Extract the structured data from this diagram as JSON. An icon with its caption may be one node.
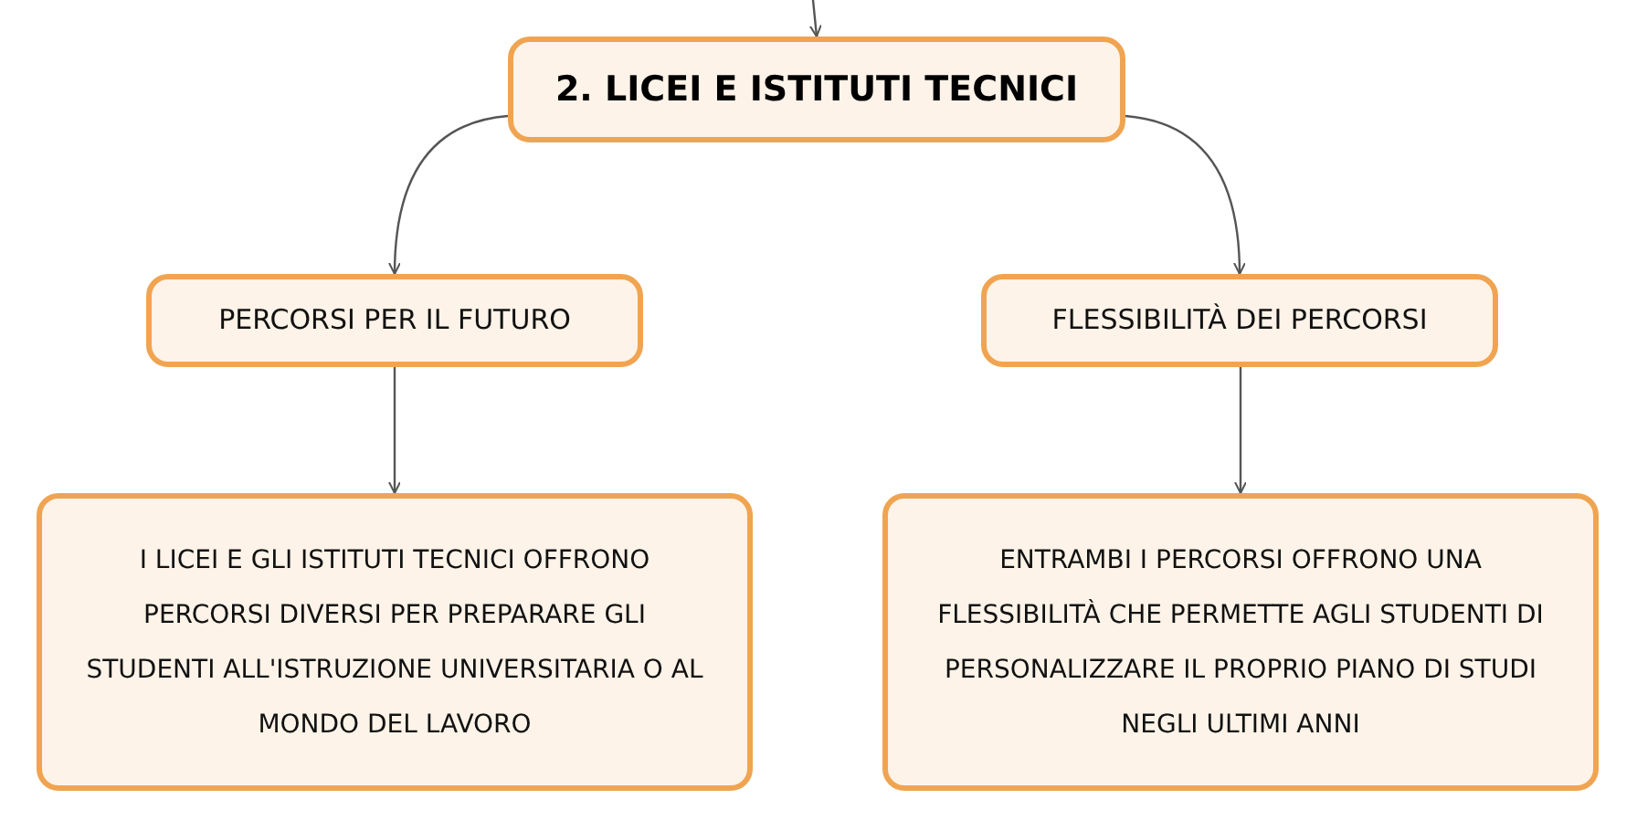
{
  "diagram": {
    "nodes": [
      {
        "text": [
          "2. LICEI E ISTITUTI TECNICI"
        ]
      },
      {
        "text": [
          "PERCORSI PER IL FUTURO"
        ]
      },
      {
        "text": [
          "FLESSIBILITÀ DEI PERCORSI"
        ]
      },
      {
        "text": [
          "I LICEI E GLI ISTITUTI TECNICI OFFRONO PERCORSI DIVERSI PER PREPARARE GLI STUDENTI ALL'ISTRUZIONE UNIVERSITARIA O AL MONDO DEL LAVORO"
        ]
      },
      {
        "text": [
          "ENTRAMBI I PERCORSI OFFRONO UNA FLESSIBILITÀ CHE PERMETTE AGLI STUDENTI DI PERSONALIZZARE IL PROPRIO PIANO DI STUDI NEGLI ULTIMI ANNI"
        ]
      }
    ],
    "edges": [
      {
        "from": null,
        "to": 0,
        "arrow": "to"
      },
      {
        "from": 0,
        "to": 1,
        "arrow": "to"
      },
      {
        "from": 0,
        "to": 2,
        "arrow": "to"
      },
      {
        "from": 1,
        "to": 3,
        "arrow": "to"
      },
      {
        "from": 2,
        "to": 4,
        "arrow": "to"
      }
    ]
  }
}
